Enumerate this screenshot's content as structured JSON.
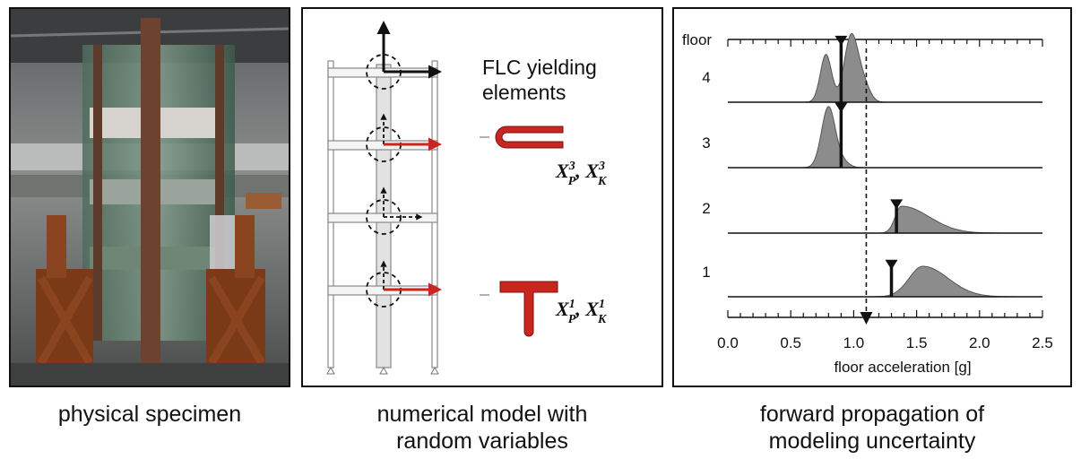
{
  "captions": {
    "physical": "physical specimen",
    "numerical": "numerical model with\nrandom variables",
    "forward": "forward propagation of\nmodeling uncertainty"
  },
  "model": {
    "flc_label_1": "FLC yielding",
    "flc_label_2": "elements",
    "upper_rv_label": "X_P^3, X_K^3",
    "lower_rv_label": "X_P^1, X_K^1"
  },
  "colors": {
    "accent_red": "#c8261f",
    "frame": "#111111",
    "density_fill": "#8c8c8c"
  },
  "chart_data": {
    "type": "area",
    "xlabel": "floor acceleration [g]",
    "ylabel": "floor",
    "xlim": [
      0.0,
      2.5
    ],
    "xticks": [
      "0.0",
      "0.5",
      "1.0",
      "1.5",
      "2.0",
      "2.5"
    ],
    "categories": [
      "4",
      "3",
      "2",
      "1"
    ],
    "measured_reference_g": 1.1,
    "series": [
      {
        "floor": "4",
        "median_marker_g": 0.9
      },
      {
        "floor": "3",
        "median_marker_g": 0.9
      },
      {
        "floor": "2",
        "median_marker_g": 1.34
      },
      {
        "floor": "1",
        "median_marker_g": 1.3
      }
    ]
  }
}
